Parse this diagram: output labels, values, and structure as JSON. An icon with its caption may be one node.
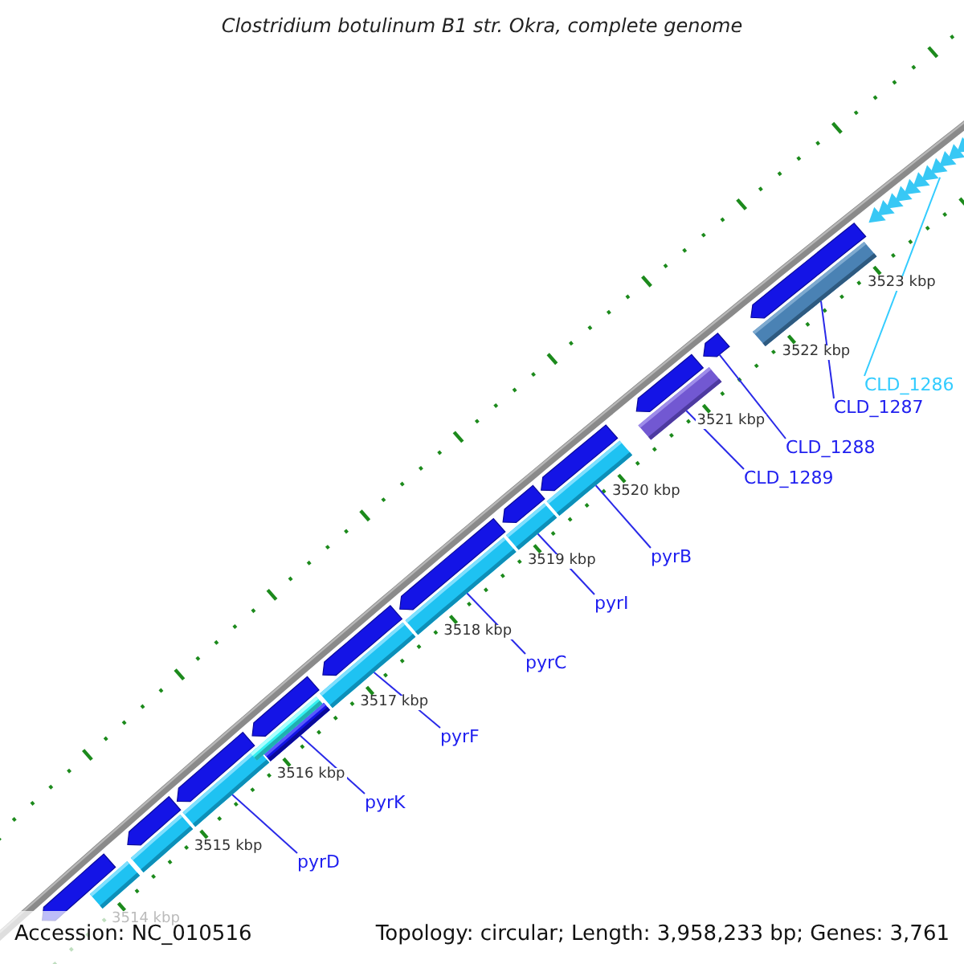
{
  "diagram": {
    "title": "Clostridium botulinum B1 str. Okra, complete genome",
    "nodes": [
      {
        "text": [
          "pyrD"
        ]
      },
      {
        "text": [
          "pyrK"
        ]
      },
      {
        "text": [
          "pyrF"
        ]
      },
      {
        "text": [
          "pyrC"
        ]
      },
      {
        "text": [
          "pyrI"
        ]
      },
      {
        "text": [
          "pyrB"
        ]
      },
      {
        "text": [
          "CLD_1289"
        ]
      },
      {
        "text": [
          "CLD_1288"
        ]
      },
      {
        "text": [
          "CLD_1287"
        ]
      },
      {
        "text": [
          "CLD_1286"
        ]
      },
      {
        "text": [],
        "shape": "bar"
      },
      {
        "text": [],
        "shape": "bar"
      },
      {
        "text": [],
        "shape": "bar"
      },
      {
        "text": [],
        "shape": "bar"
      },
      {
        "text": [],
        "shape": "bar"
      },
      {
        "text": [],
        "shape": "bar"
      },
      {
        "text": [],
        "shape": "bar"
      },
      {
        "text": [],
        "shape": "arrow"
      },
      {
        "text": [],
        "shape": "bar"
      },
      {
        "text": [],
        "shape": "bar"
      },
      {
        "text": [],
        "shape": "arrow"
      },
      {
        "text": [],
        "shape": "arrow"
      },
      {
        "text": [],
        "shape": "arrow"
      },
      {
        "text": [],
        "shape": "arrow"
      },
      {
        "text": [],
        "shape": "arrow"
      },
      {
        "text": [],
        "shape": "arrow"
      },
      {
        "text": [],
        "shape": "arrow"
      },
      {
        "text": [],
        "shape": "arrow"
      },
      {
        "text": [],
        "shape": "arrow"
      },
      {
        "text": [],
        "shape": "arrow"
      },
      {
        "text": [],
        "shape": "bar"
      },
      {
        "text": [],
        "shape": "bar"
      },
      {
        "text": [],
        "shape": "bar"
      }
    ],
    "edges": [
      {
        "from": 0,
        "to": 10,
        "arrow": "none"
      },
      {
        "from": 1,
        "to": 11,
        "arrow": "none"
      },
      {
        "from": 2,
        "to": 12,
        "arrow": "none"
      },
      {
        "from": 3,
        "to": 13,
        "arrow": "none"
      },
      {
        "from": 4,
        "to": 14,
        "arrow": "none"
      },
      {
        "from": 5,
        "to": 15,
        "arrow": "none"
      },
      {
        "from": 6,
        "to": 16,
        "arrow": "none"
      },
      {
        "from": 7,
        "to": 17,
        "arrow": "none"
      },
      {
        "from": 8,
        "to": 18,
        "arrow": "none"
      },
      {
        "from": 9,
        "to": 19,
        "arrow": "none",
        "color": "#33ccff"
      }
    ],
    "labels": [
      "3514 kbp",
      "3515 kbp",
      "3516 kbp",
      "3517 kbp",
      "3518 kbp",
      "3519 kbp",
      "3520 kbp",
      "3521 kbp",
      "3522 kbp",
      "3523 kbp",
      "Accession: NC_010516",
      "Topology: circular; Length: 3,958,233 bp; Genes: 3,761"
    ]
  }
}
